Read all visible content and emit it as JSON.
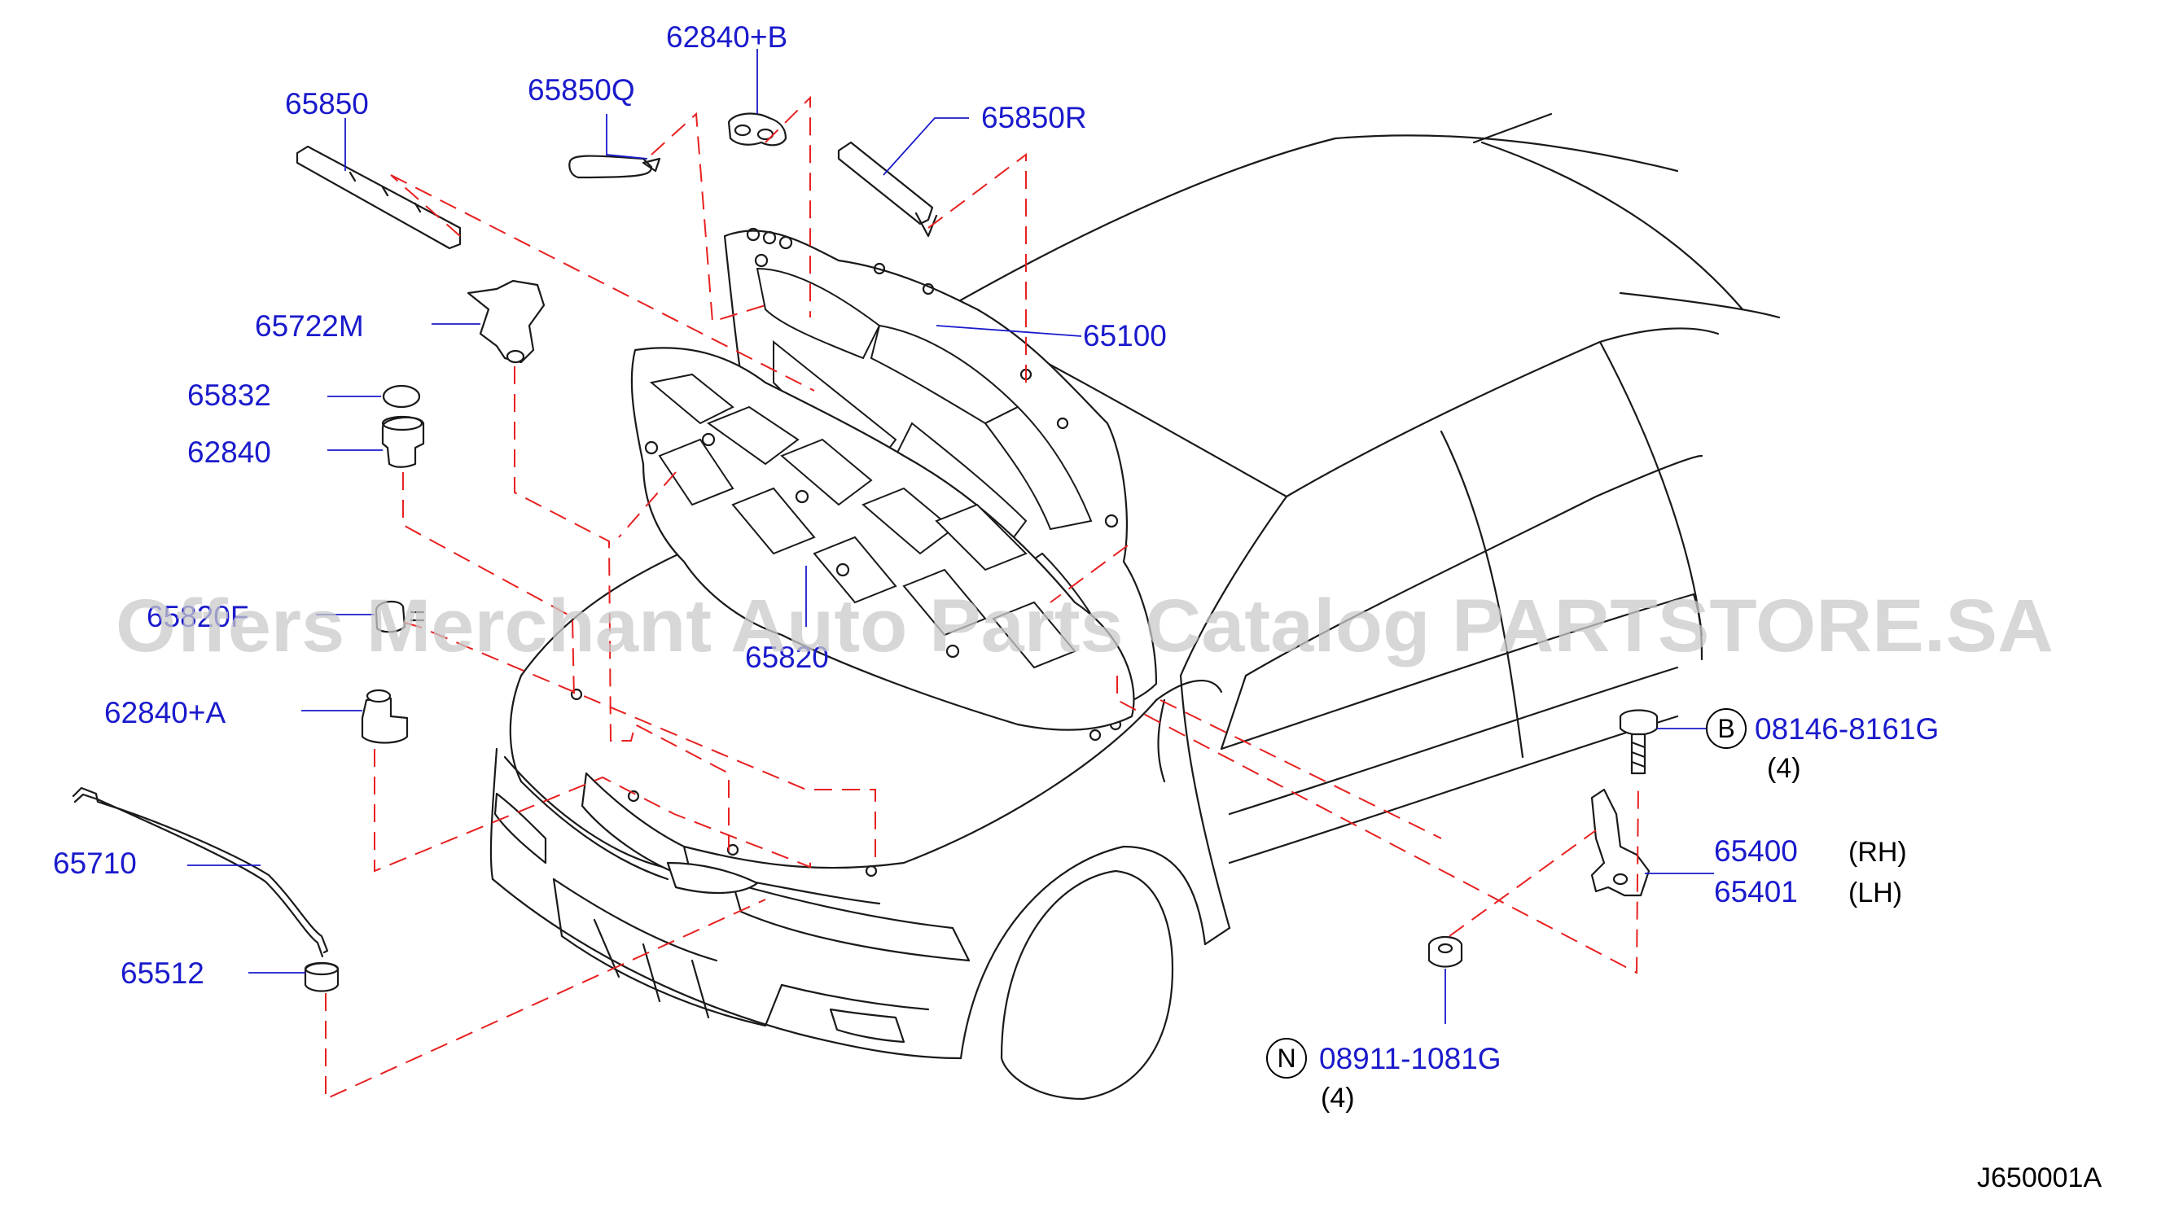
{
  "watermark": "Offers Merchant Auto Parts Catalog PARTSTORE.SA",
  "diagram_code": "J650001A",
  "colors": {
    "label": "#1a1acc",
    "dashed_guide": "#e82020",
    "line_art": "#1a1a1a",
    "watermark": "#c9c9c9"
  },
  "parts": [
    {
      "id": "p65850",
      "number": "65850"
    },
    {
      "id": "p65850q",
      "number": "65850Q"
    },
    {
      "id": "p62840b",
      "number": "62840+B"
    },
    {
      "id": "p65850r",
      "number": "65850R"
    },
    {
      "id": "p65722m",
      "number": "65722M"
    },
    {
      "id": "p65100",
      "number": "65100"
    },
    {
      "id": "p65832",
      "number": "65832"
    },
    {
      "id": "p62840",
      "number": "62840"
    },
    {
      "id": "p65820f",
      "number": "65820F"
    },
    {
      "id": "p65820",
      "number": "65820"
    },
    {
      "id": "p62840a",
      "number": "62840+A"
    },
    {
      "id": "p65710",
      "number": "65710"
    },
    {
      "id": "p65512",
      "number": "65512"
    },
    {
      "id": "p65400",
      "number": "65400",
      "side": "(RH)"
    },
    {
      "id": "p65401",
      "number": "65401",
      "side": "(LH)"
    }
  ],
  "fasteners": [
    {
      "id": "fB",
      "symbol": "B",
      "number": "08146-8161G",
      "qty": "(4)"
    },
    {
      "id": "fN",
      "symbol": "N",
      "number": "08911-1081G",
      "qty": "(4)"
    }
  ]
}
